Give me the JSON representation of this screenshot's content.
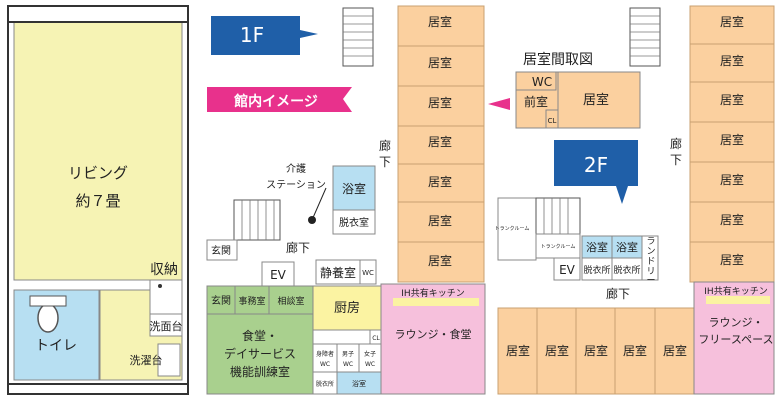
{
  "unit_plan": {
    "living": "リビング",
    "living_size": "約７畳",
    "storage": "収納",
    "washbasin": "洗面台",
    "toilet": "トイレ",
    "washer": "洗濯台"
  },
  "floor1": {
    "badge": "1F",
    "image_tag": "館内イメージ",
    "nurse_station": "介護\nステーション",
    "rooms": [
      "居室",
      "居室",
      "居室",
      "居室",
      "居室",
      "居室",
      "居室"
    ],
    "corridor": "廊下",
    "corridor_h": "廊下",
    "bath": "浴室",
    "dressing": "脱衣室",
    "entrance": "玄関",
    "ev": "EV",
    "rest_room": "静養室",
    "wc": "WC",
    "entrance2": "玄関",
    "office": "事務室",
    "consult": "相談室",
    "kitchen": "厨房",
    "ih_kitchen": "IH共有キッチン",
    "lounge": "ラウンジ・食堂",
    "dining": "食堂・\nデイサービス\n機能訓練室",
    "cl": "CL",
    "accessible_wc": "身障者\nWC",
    "male_wc": "男子\nWC",
    "female_wc": "女子\nWC",
    "dressing_small": "脱衣所",
    "bath_small": "浴室"
  },
  "room_layout": {
    "title": "居室間取図",
    "wc": "WC",
    "front_room": "前室",
    "room": "居室",
    "cl": "CL"
  },
  "floor2": {
    "badge": "2F",
    "rooms_right": [
      "居室",
      "居室",
      "居室",
      "居室",
      "居室",
      "居室",
      "居室"
    ],
    "rooms_bottom": [
      "居室",
      "居室",
      "居室",
      "居室",
      "居室"
    ],
    "corridor": "廊下",
    "corridor_h": "廊下",
    "trunk_room": "トランクルーム",
    "trunk_room2": "トランクルーム",
    "bath1": "浴室",
    "bath2": "浴室",
    "laundry": "ランドリー",
    "ev": "EV",
    "dressing1": "脱衣所",
    "dressing2": "脱衣所",
    "ih_kitchen": "IH共有キッチン",
    "lounge": "ラウンジ・\nフリースペース"
  },
  "colors": {
    "room_orange": "#fbd09f",
    "living_yellow": "#f6f3b4",
    "bath_blue": "#b7dff2",
    "green": "#a9d08e",
    "pink": "#f6c0dc",
    "kitchen_yellow": "#fbf3a2",
    "badge_blue": "#1f5fa8",
    "tag_pink": "#e8318c"
  }
}
